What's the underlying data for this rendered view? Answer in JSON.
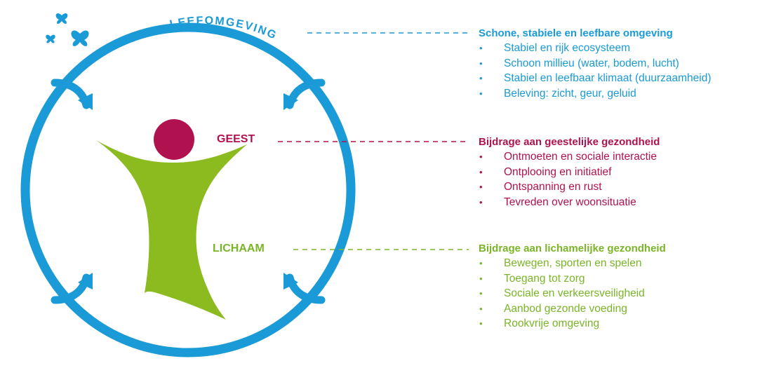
{
  "circle": {
    "title": "LEEFOMGEVING",
    "title_color": "#1a9ad6",
    "ring_color": "#1a9ad6",
    "head_color": "#b0124f",
    "body_color": "#8cbb1f",
    "decoration_icons": [
      "butterfly-icon",
      "butterfly-icon",
      "butterfly-icon"
    ],
    "inner_labels": {
      "geest": "GEEST",
      "lichaam": "LICHAAM"
    }
  },
  "sections": {
    "leefomgeving": {
      "color": "#1a9ad6",
      "heading": "Schone, stabiele en leefbare omgeving",
      "items": [
        "Stabiel en rijk ecosysteem",
        "Schoon millieu (water, bodem, lucht)",
        "Stabiel en leefbaar klimaat (duurzaamheid)",
        "Beleving: zicht, geur, geluid"
      ]
    },
    "geest": {
      "color": "#b0124f",
      "heading": "Bijdrage aan geestelijke gezondheid",
      "items": [
        "Ontmoeten en sociale interactie",
        "Ontplooing en initiatief",
        "Ontspanning en rust",
        "Tevreden over woonsituatie"
      ]
    },
    "lichaam": {
      "color": "#7ab528",
      "heading": "Bijdrage aan lichamelijke gezondheid",
      "items": [
        "Bewegen, sporten en spelen",
        "Toegang tot zorg",
        "Sociale en verkeersveiligheid",
        "Aanbod gezonde voeding",
        "Rookvrije omgeving"
      ]
    }
  }
}
